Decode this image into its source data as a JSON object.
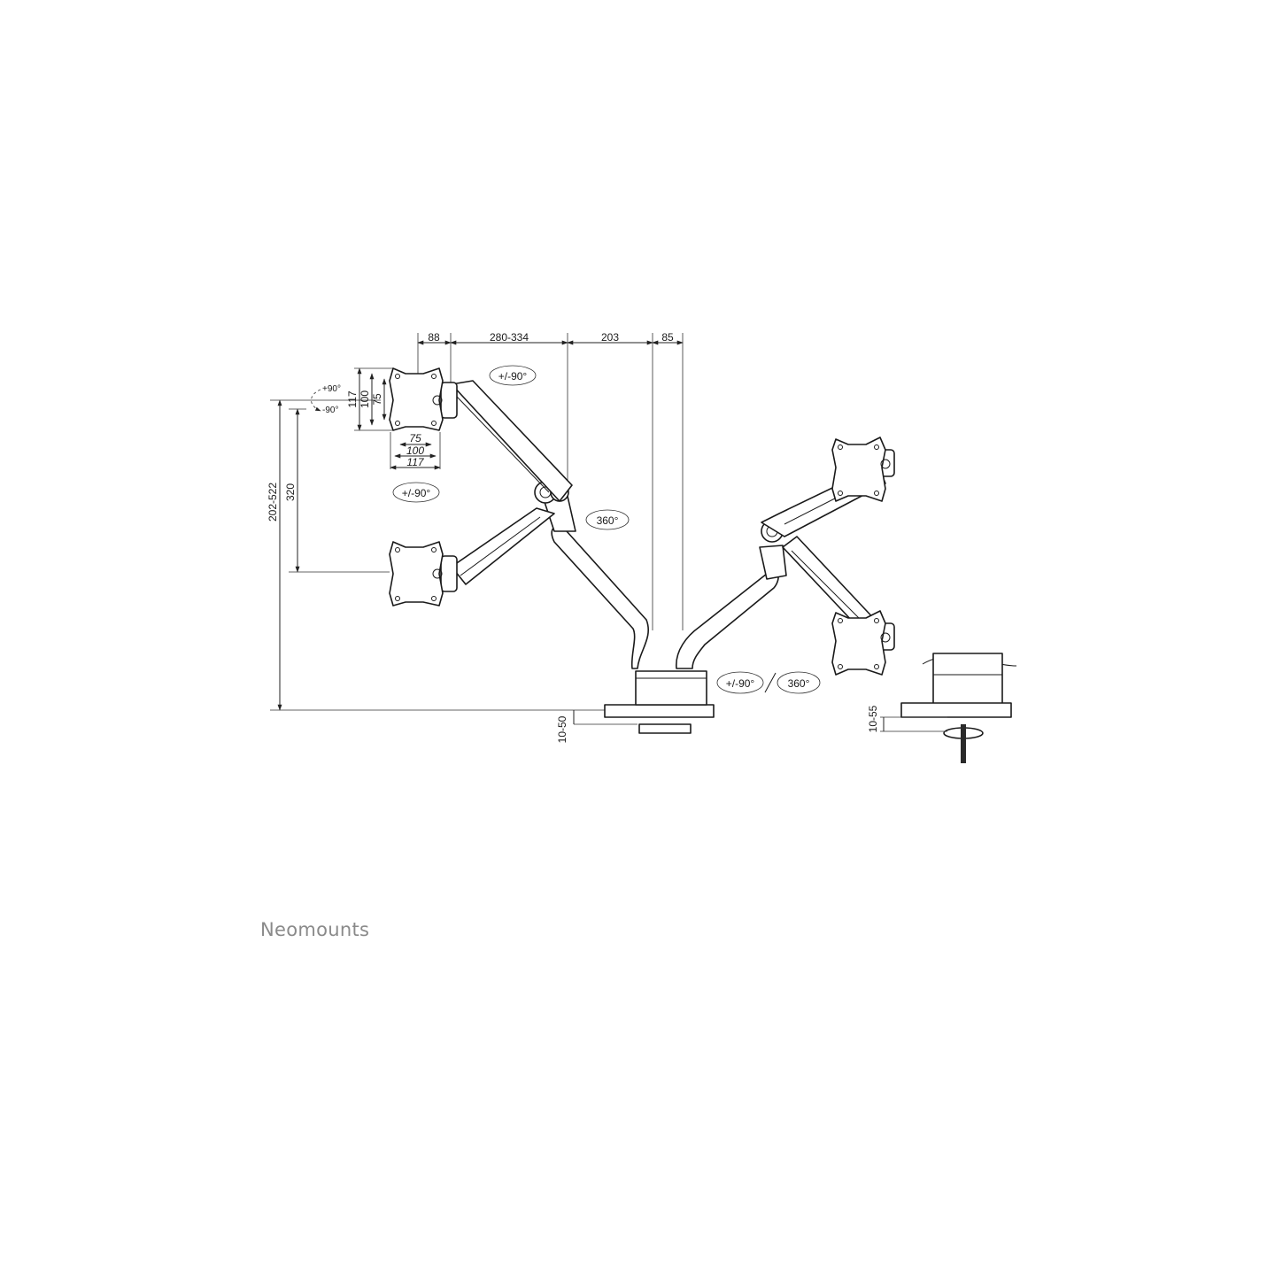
{
  "dimensions": {
    "top": [
      "88",
      "280-334",
      "203",
      "85"
    ],
    "vesa_vertical": [
      "117",
      "100",
      "75"
    ],
    "vesa_horizontal": [
      "75",
      "100",
      "117"
    ],
    "height_range": "202-522",
    "arm_height": "320",
    "clamp_thickness": "10-50",
    "grommet_thickness": "10-55"
  },
  "rotation": {
    "tilt_up": "+90°",
    "tilt_down": "-90°",
    "swivel_head": "+/-90°",
    "swivel_arm": "+/-90°",
    "rotate_column": "360°",
    "swivel_base": "+/-90°",
    "rotate_base": "360°"
  },
  "brand": "Neomounts"
}
